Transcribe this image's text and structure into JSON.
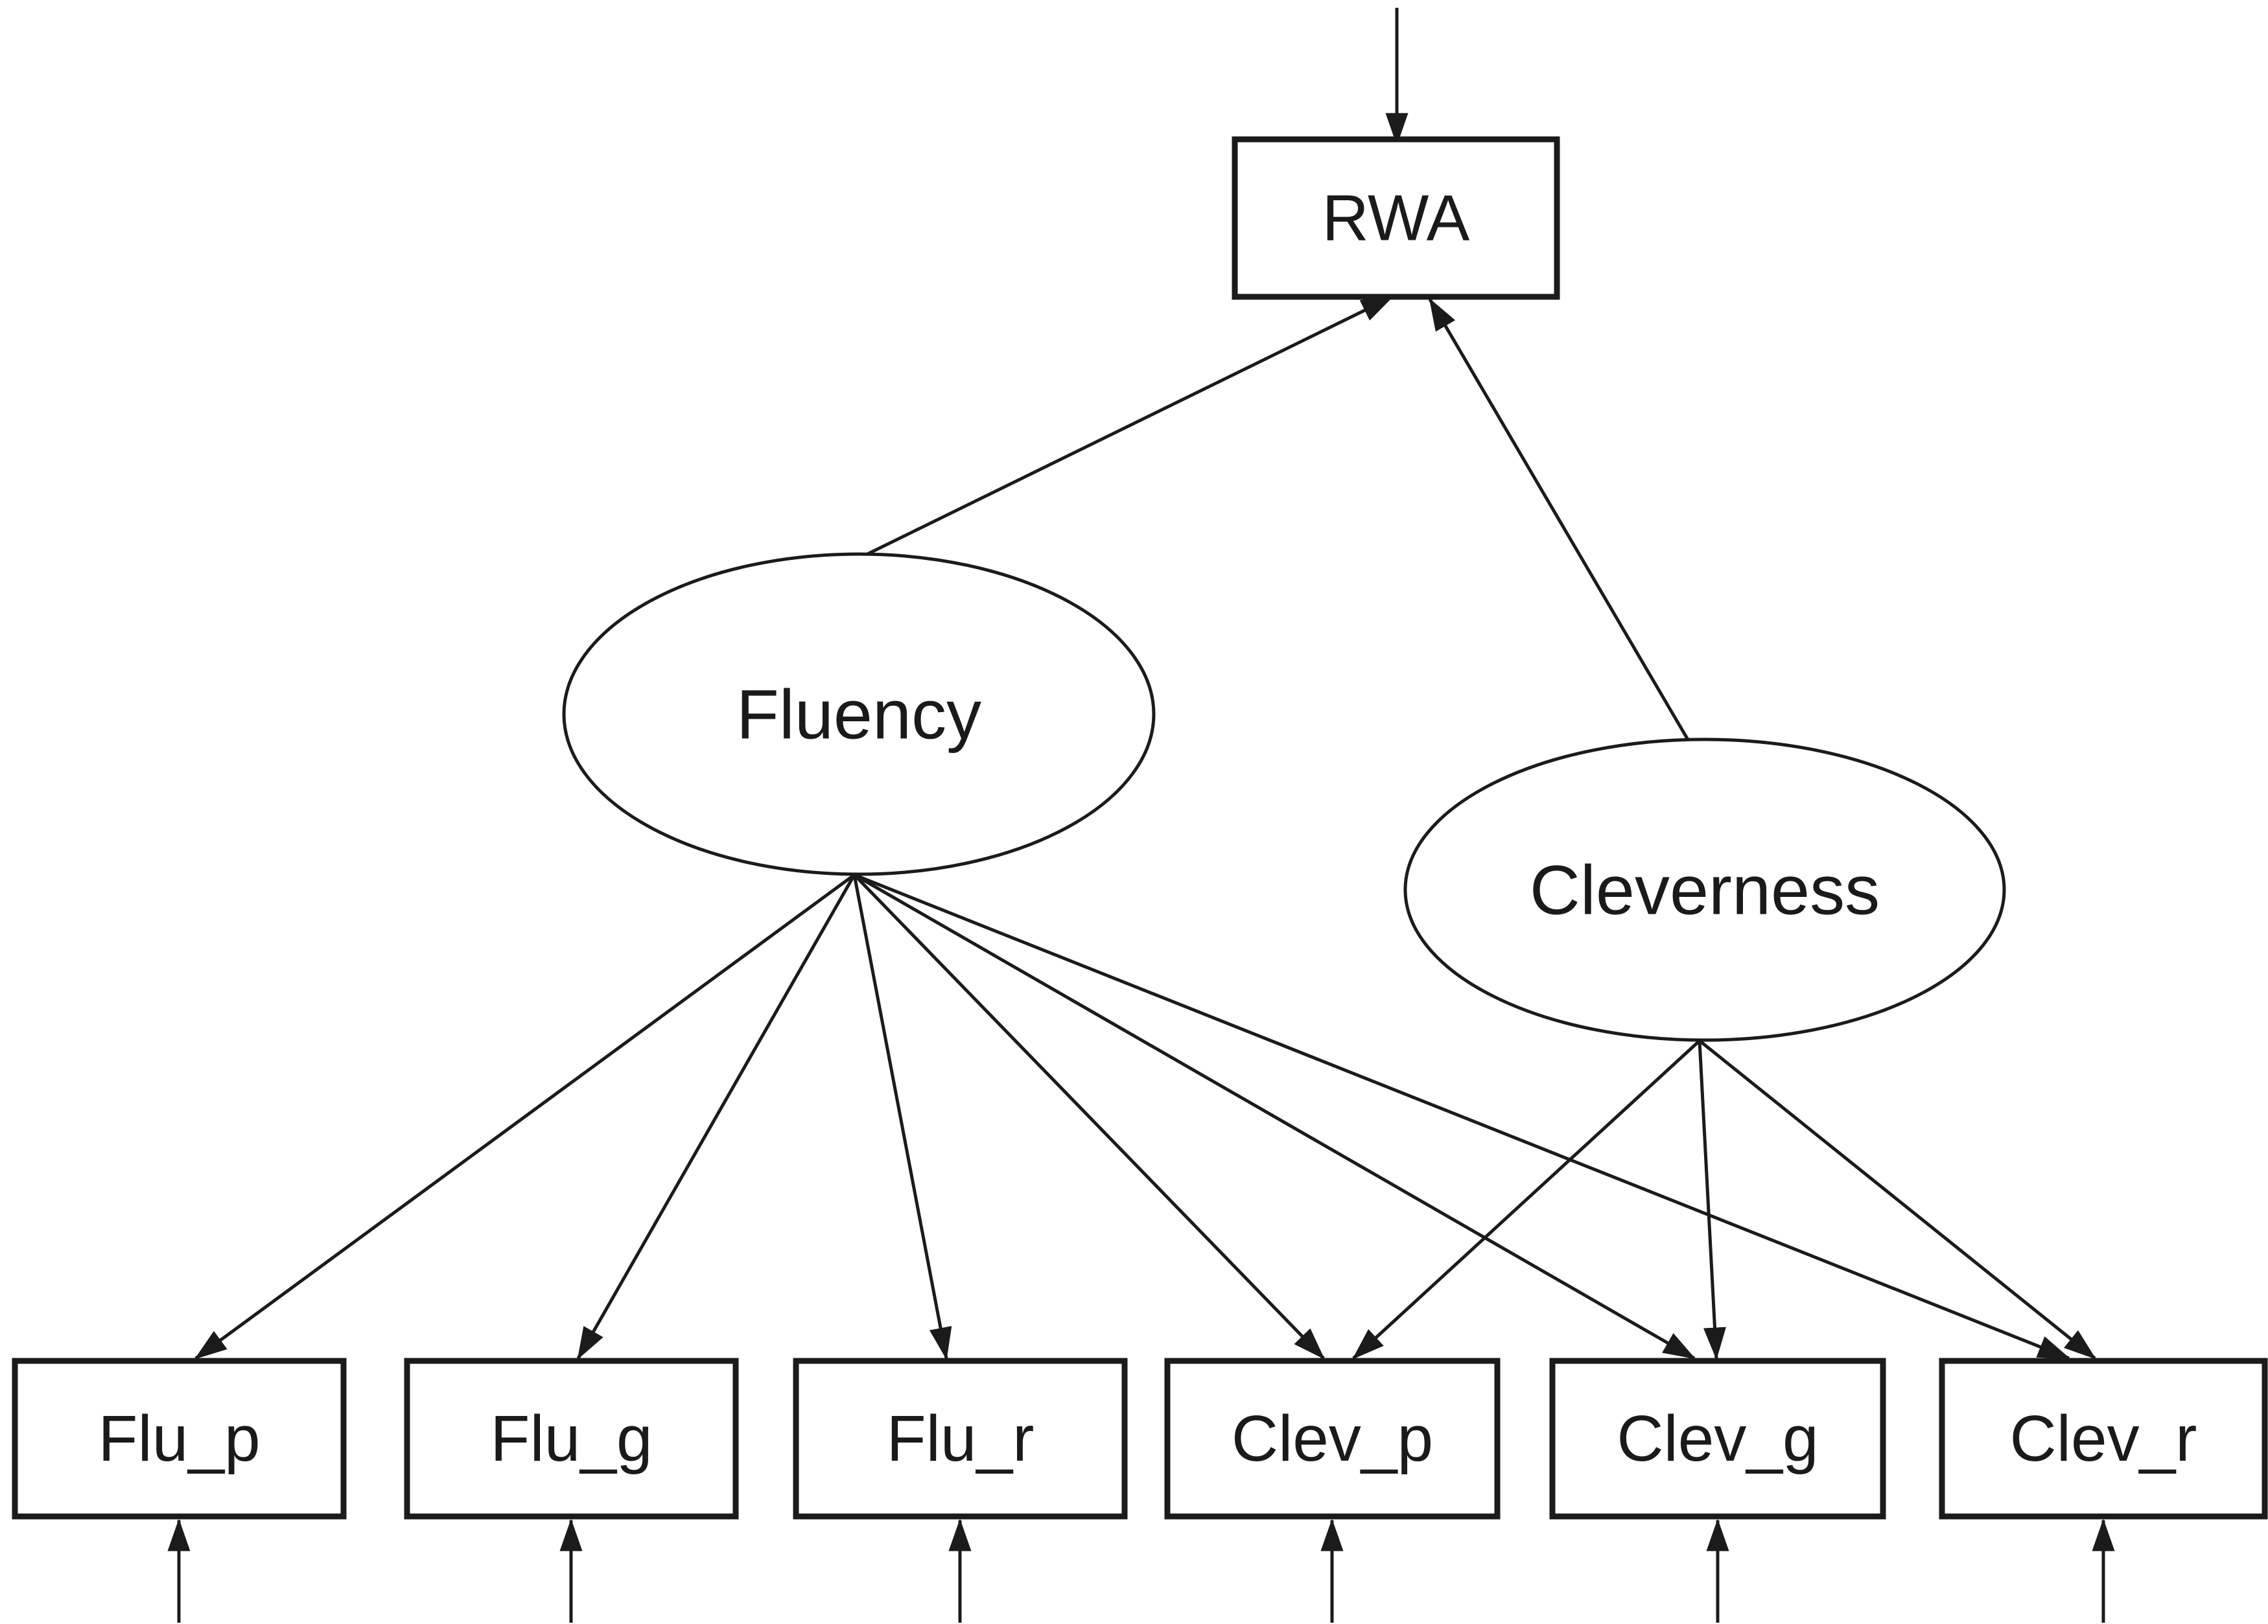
{
  "diagram": {
    "background_color": "#ffffff",
    "line_color": "#1b1b1b",
    "node_fill_color": "#ffffff",
    "nodes": [
      {
        "id": "rwa",
        "shape": "rect",
        "label": "RWA"
      },
      {
        "id": "fluency",
        "shape": "ellipse",
        "label": "Fluency"
      },
      {
        "id": "cleverness",
        "shape": "ellipse",
        "label": "Cleverness"
      },
      {
        "id": "flu_p",
        "shape": "rect",
        "label": "Flu_p"
      },
      {
        "id": "flu_g",
        "shape": "rect",
        "label": "Flu_g"
      },
      {
        "id": "flu_r",
        "shape": "rect",
        "label": "Flu_r"
      },
      {
        "id": "clev_p",
        "shape": "rect",
        "label": "Clev_p"
      },
      {
        "id": "clev_g",
        "shape": "rect",
        "label": "Clev_g"
      },
      {
        "id": "clev_r",
        "shape": "rect",
        "label": "Clev_r"
      }
    ],
    "edges": [
      {
        "id": "residual-to-rwa",
        "from": "top-residual",
        "to": "rwa"
      },
      {
        "id": "fluency-to-rwa",
        "from": "fluency",
        "to": "rwa"
      },
      {
        "id": "cleverness-to-rwa",
        "from": "cleverness",
        "to": "rwa"
      },
      {
        "id": "fluency-to-flu-p",
        "from": "fluency",
        "to": "flu_p"
      },
      {
        "id": "fluency-to-flu-g",
        "from": "fluency",
        "to": "flu_g"
      },
      {
        "id": "fluency-to-flu-r",
        "from": "fluency",
        "to": "flu_r"
      },
      {
        "id": "fluency-to-clev-p",
        "from": "fluency",
        "to": "clev_p"
      },
      {
        "id": "fluency-to-clev-g",
        "from": "fluency",
        "to": "clev_g"
      },
      {
        "id": "fluency-to-clev-r",
        "from": "fluency",
        "to": "clev_r"
      },
      {
        "id": "cleverness-to-clev-p",
        "from": "cleverness",
        "to": "clev_p"
      },
      {
        "id": "cleverness-to-clev-g",
        "from": "cleverness",
        "to": "clev_g"
      },
      {
        "id": "cleverness-to-clev-r",
        "from": "cleverness",
        "to": "clev_r"
      },
      {
        "id": "error-to-flu-p",
        "from": "bottom-error",
        "to": "flu_p"
      },
      {
        "id": "error-to-flu-g",
        "from": "bottom-error",
        "to": "flu_g"
      },
      {
        "id": "error-to-flu-r",
        "from": "bottom-error",
        "to": "flu_r"
      },
      {
        "id": "error-to-clev-p",
        "from": "bottom-error",
        "to": "clev_p"
      },
      {
        "id": "error-to-clev-g",
        "from": "bottom-error",
        "to": "clev_g"
      },
      {
        "id": "error-to-clev-r",
        "from": "bottom-error",
        "to": "clev_r"
      }
    ]
  }
}
